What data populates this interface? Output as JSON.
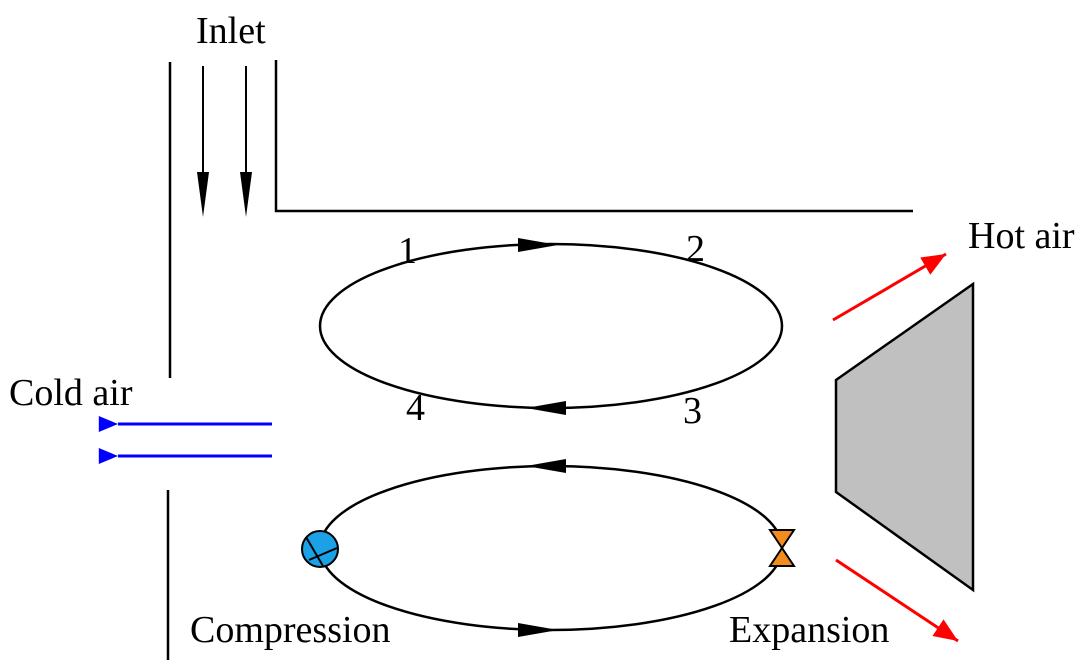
{
  "labels": {
    "inlet": "Inlet",
    "hot_air": "Hot air",
    "cold_air": "Cold air",
    "compression": "Compression",
    "expansion": "Expansion",
    "point_1": "1",
    "point_2": "2",
    "point_3": "3",
    "point_4": "4"
  },
  "colors": {
    "line": "#000000",
    "hot_air_arrow": "#ff0000",
    "cold_air_arrow": "#0000ff",
    "compressor_fill": "#1ca0e6",
    "expansion_valve_fill": "#f28c1e",
    "heat_exchanger_fill": "#c0c0c0"
  },
  "icons": {
    "compressor": "compressor-icon",
    "expansion_valve": "expansion-valve-icon",
    "heat_exchanger": "heat-exchanger-icon"
  }
}
